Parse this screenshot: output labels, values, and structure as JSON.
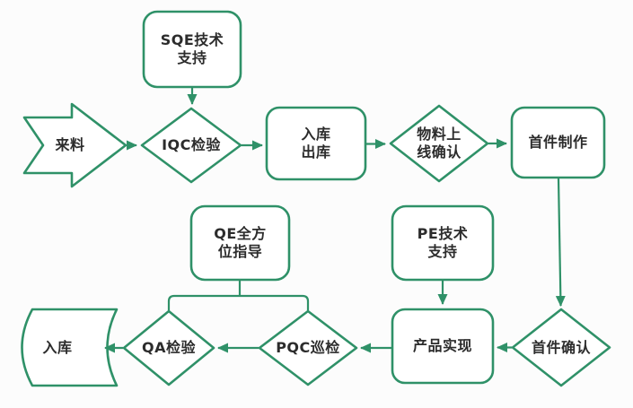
{
  "diagram": {
    "type": "flowchart",
    "colors": {
      "stroke": "#2f9168",
      "text": "#2c2c2c",
      "fill": "#ffffff",
      "bg": "#fcfcfc"
    },
    "nodes": {
      "incoming": {
        "label": "来料",
        "shape": "chevron-arrow"
      },
      "sqe": {
        "label": "SQE技术\n支持",
        "shape": "rounded-rect"
      },
      "iqc": {
        "label": "IQC检验",
        "shape": "diamond"
      },
      "stock": {
        "label": "入库\n出库",
        "shape": "rounded-rect"
      },
      "material": {
        "label": "物料上\n线确认",
        "shape": "diamond"
      },
      "first_make": {
        "label": "首件制作",
        "shape": "rounded-rect"
      },
      "first_confirm": {
        "label": "首件确认",
        "shape": "diamond"
      },
      "pe": {
        "label": "PE技术\n支持",
        "shape": "rounded-rect"
      },
      "product": {
        "label": "产品实现",
        "shape": "rounded-rect"
      },
      "pqc": {
        "label": "PQC巡检",
        "shape": "diamond"
      },
      "qe": {
        "label": "QE全方\n位指导",
        "shape": "rounded-rect"
      },
      "qa": {
        "label": "QA检验",
        "shape": "diamond"
      },
      "warehouse": {
        "label": "入库",
        "shape": "stored-data"
      }
    },
    "edges": [
      {
        "from": "incoming",
        "to": "iqc",
        "arrow": true
      },
      {
        "from": "sqe",
        "to": "iqc",
        "arrow": true
      },
      {
        "from": "iqc",
        "to": "stock",
        "arrow": true
      },
      {
        "from": "stock",
        "to": "material",
        "arrow": true
      },
      {
        "from": "material",
        "to": "first_make",
        "arrow": true
      },
      {
        "from": "first_make",
        "to": "first_confirm",
        "arrow": true
      },
      {
        "from": "first_confirm",
        "to": "product",
        "arrow": true
      },
      {
        "from": "pe",
        "to": "product",
        "arrow": true
      },
      {
        "from": "product",
        "to": "pqc",
        "arrow": true
      },
      {
        "from": "pqc",
        "to": "qa",
        "arrow": true
      },
      {
        "from": "qe",
        "to": "qa",
        "arrow": false
      },
      {
        "from": "qe",
        "to": "pqc",
        "arrow": false
      },
      {
        "from": "qa",
        "to": "warehouse",
        "arrow": true
      }
    ]
  }
}
